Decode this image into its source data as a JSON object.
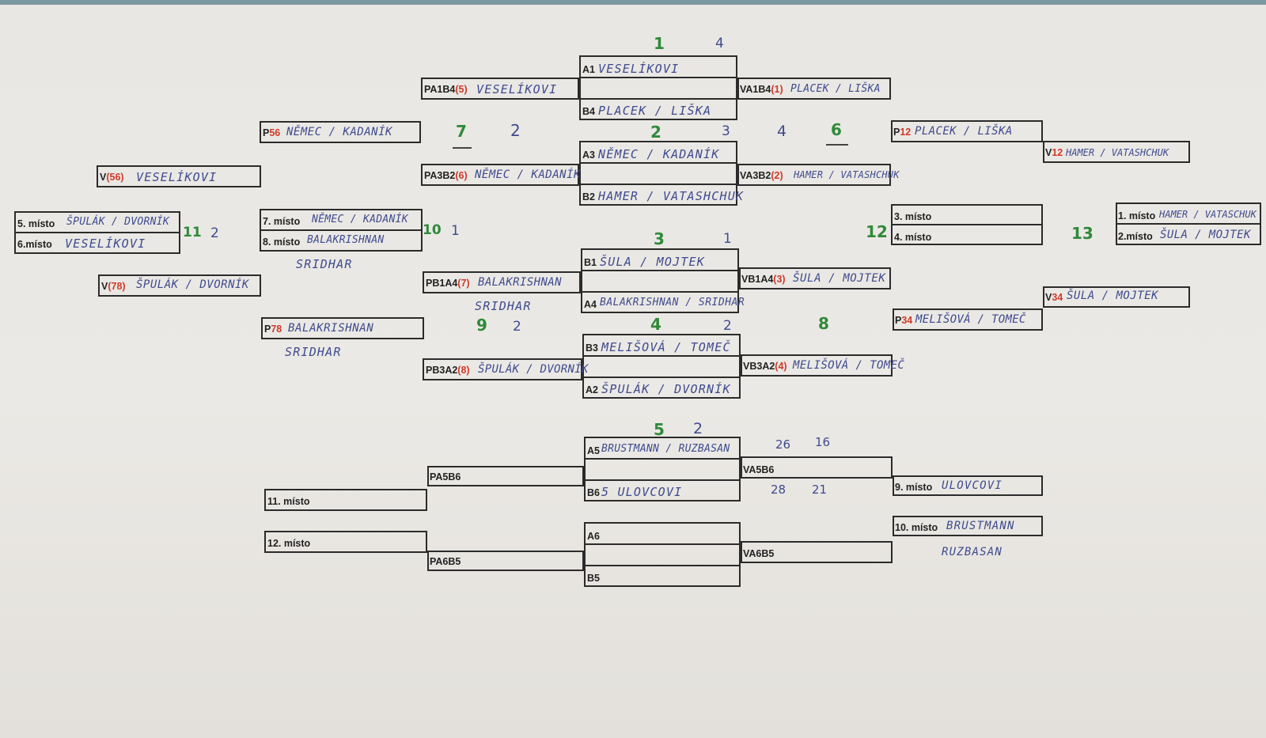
{
  "seeds": {
    "A1": "A1",
    "A1_team": "VESELÍKOVI",
    "B4": "B4",
    "B4_team": "PLACEK / LIŠKA",
    "A3": "A3",
    "A3_team": "NĚMEC / KADANÍK",
    "B2": "B2",
    "B2_team": "HAMER / VATASHCHUK",
    "B1": "B1",
    "B1_team": "ŠULA / MOJTEK",
    "A4": "A4",
    "A4_team": "BALAKRISHNAN / SRIDHAR",
    "B3": "B3",
    "B3_team": "MELIŠOVÁ / TOMEČ",
    "A2": "A2",
    "A2_team": "ŠPULÁK / DVORNÍK",
    "A5": "A5",
    "A5_team": "BRUSTMANN / RUZBASAN",
    "B6": "B6",
    "B6_team": "5 ULOVCOVI",
    "A6": "A6",
    "B5": "B5"
  },
  "losers": {
    "PA1B4": "PA1B4",
    "PA1B4_n": "(5)",
    "PA1B4_team": "VESELÍKOVI",
    "PA3B2": "PA3B2",
    "PA3B2_n": "(6)",
    "PA3B2_team": "NĚMEC / KADANÍK",
    "PB1A4": "PB1A4",
    "PB1A4_n": "(7)",
    "PB1A4_team": "BALAKRISHNAN",
    "PB1A4_team2": "SRIDHAR",
    "PB3A2": "PB3A2",
    "PB3A2_n": "(8)",
    "PB3A2_team": "ŠPULÁK / DVORNÍK",
    "P56": "P",
    "P56_n": "56",
    "P56_team": "NĚMEC / KADANÍK",
    "V56": "V",
    "V56_n": "(56)",
    "V56_team": "VESELÍKOVI",
    "V78": "V",
    "V78_n": "(78)",
    "V78_team": "ŠPULÁK / DVORNÍK",
    "P78": "P",
    "P78_n": "78",
    "P78_team": "BALAKRISHNAN",
    "P78_team2": "SRIDHAR",
    "PA5B6": "PA5B6",
    "PA6B5": "PA6B5"
  },
  "winners": {
    "VA1B4": "VA1B4",
    "VA1B4_n": "(1)",
    "VA1B4_team": "PLACEK / LIŠKA",
    "VA3B2": "VA3B2",
    "VA3B2_n": "(2)",
    "VA3B2_team": "HAMER / VATASHCHUK",
    "VB1A4": "VB1A4",
    "VB1A4_n": "(3)",
    "VB1A4_team": "ŠULA / MOJTEK",
    "VB3A2": "VB3A2",
    "VB3A2_n": "(4)",
    "VB3A2_team": "MELIŠOVÁ / TOMEČ",
    "P12": "P",
    "P12_n": "12",
    "P12_team": "PLACEK / LIŠKA",
    "V12": "V",
    "V12_n": "12",
    "V12_team": "HAMER / VATASHCHUK",
    "V34": "V",
    "V34_n": "34",
    "V34_team": "ŠULA / MOJTEK",
    "P34": "P",
    "P34_n": "34",
    "P34_team": "MELIŠOVÁ / TOMEČ",
    "VA5B6": "VA5B6",
    "VA6B5": "VA6B5"
  },
  "places": {
    "p1": "1. místo",
    "p1_team": "HAMER / VATASCHUK",
    "p2": "2.místo",
    "p2_team": "ŠULA / MOJTEK",
    "p3": "3. místo",
    "p4": "4. místo",
    "p5": "5. místo",
    "p5_team": "ŠPULÁK / DVORNÍK",
    "p6": "6.místo",
    "p6_team": "VESELÍKOVI",
    "p7": "7. místo",
    "p7_team": "NĚMEC / KADANÍK",
    "p8": "8. místo",
    "p8_team": "BALAKRISHNAN",
    "p8_team2": "SRIDHAR",
    "p9": "9. místo",
    "p9_team": "ULOVCOVI",
    "p10": "10. místo",
    "p10_team": "BRUSTMANN",
    "p10_team2": "RUZBASAN",
    "p11": "11. místo",
    "p12": "12. místo"
  },
  "match_numbers": {
    "m1": "1",
    "m2": "2",
    "m3": "3",
    "m4": "4",
    "m5": "5",
    "m6": "6",
    "m7": "7",
    "m8": "8",
    "m9": "9",
    "m10": "10",
    "m11": "11",
    "m12": "12",
    "m13": "13"
  },
  "scores": {
    "s_m1": "4",
    "s_m7": "2",
    "s_m2": "3",
    "s_m3_4": "4",
    "s_m3": "1",
    "s_m4": "2",
    "s_m5": "2",
    "s_m9": "2",
    "s_m10": "1",
    "s_m11": "2",
    "s_a5_1": "26",
    "s_a5_2": "16",
    "s_b6_1": "28",
    "s_b6_2": "21"
  },
  "colors": {
    "ink_handwriting": "#3e4a8e",
    "ink_green": "#2f8a3a",
    "ink_red": "#d03a2a"
  }
}
